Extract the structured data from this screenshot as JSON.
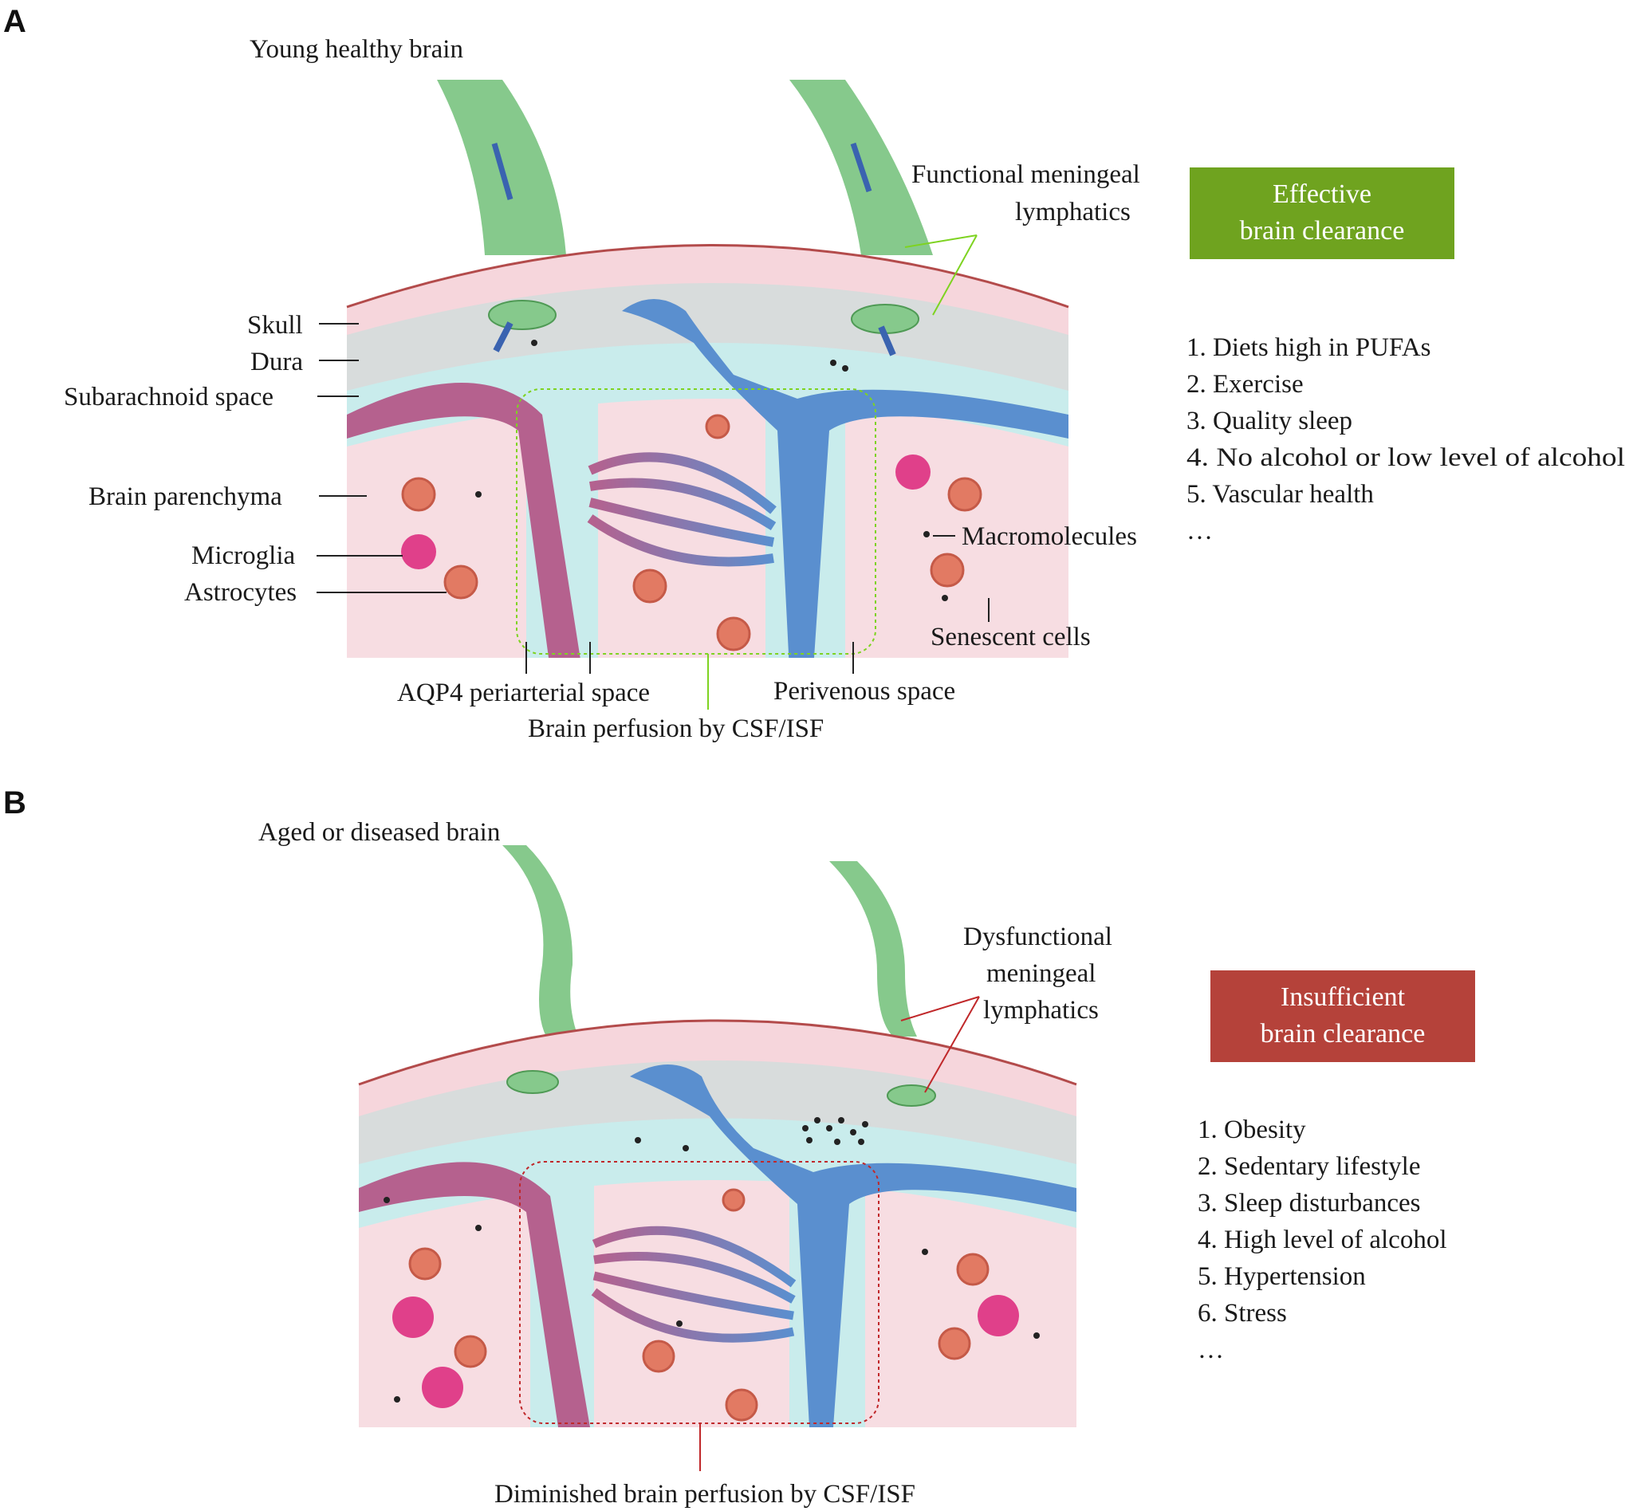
{
  "panels": {
    "A": {
      "letter": "A",
      "title": "Young healthy brain",
      "labels": {
        "skull": "Skull",
        "dura": "Dura",
        "subarachnoid": "Subarachnoid space",
        "parenchyma": "Brain parenchyma",
        "microglia": "Microglia",
        "astrocytes": "Astrocytes",
        "lymph_line1": "Functional meningeal",
        "lymph_line2": "lymphatics",
        "macromolecules": "Macromolecules",
        "senescent": "Senescent cells",
        "aqp4": "AQP4 periarterial space",
        "perivenous": "Perivenous space",
        "perfusion": "Brain perfusion by CSF/ISF"
      },
      "outcome": {
        "line1": "Effective",
        "line2": "brain clearance",
        "color": "#6fa31f"
      },
      "factors": [
        "1. Diets high in PUFAs",
        "2. Exercise",
        "3. Quality sleep",
        "4. No alcohol or low level of alcohol",
        "5. Vascular health",
        "…"
      ]
    },
    "B": {
      "letter": "B",
      "title": "Aged or diseased brain",
      "labels": {
        "lymph_line1": "Dysfunctional",
        "lymph_line2": "meningeal",
        "lymph_line3": "lymphatics",
        "perfusion": "Diminished brain perfusion by CSF/ISF"
      },
      "outcome": {
        "line1": "Insufficient",
        "line2": "brain clearance",
        "color": "#b5423a"
      },
      "factors": [
        "1. Obesity",
        "2. Sedentary lifestyle",
        "3. Sleep disturbances",
        "4. High level of alcohol",
        "5. Hypertension",
        "6. Stress",
        "…"
      ]
    }
  },
  "colors": {
    "skull": "#f6d6dc",
    "dura": "#d8dcdc",
    "csf": "#c9ecec",
    "parenchyma": "#f7dde2",
    "artery": "#b5618e",
    "vein": "#5a8fcf",
    "lymphatic": "#86c98c",
    "astrocyte": "#e27a63",
    "microglia": "#e0408a"
  }
}
